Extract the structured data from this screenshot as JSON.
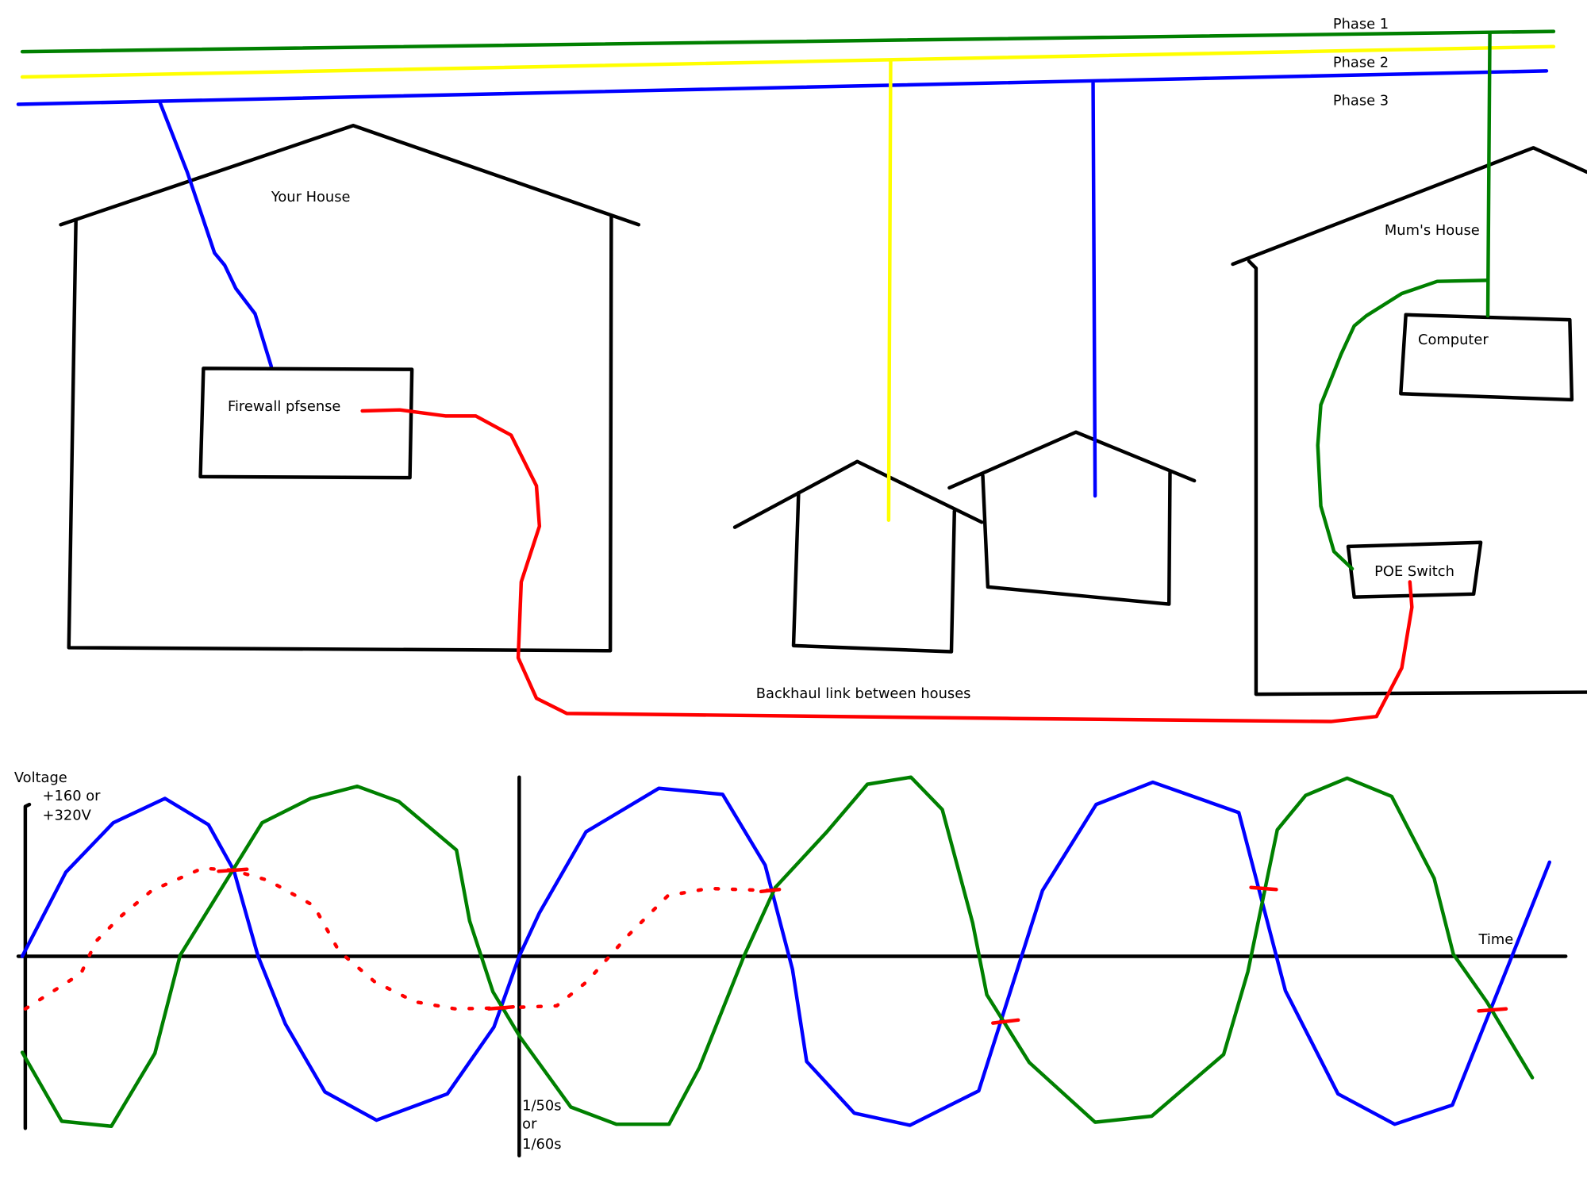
{
  "colors": {
    "phase1": "#008000",
    "phase2": "#ffff00",
    "phase3": "#0000ff",
    "backhaul": "#ff0000",
    "outline": "#000000"
  },
  "labels": {
    "phase1": "Phase 1",
    "phase2": "Phase 2",
    "phase3": "Phase 3",
    "your_house": "Your House",
    "mums_house": "Mum's House",
    "computer": "Computer",
    "firewall": "Firewall pfsense",
    "poe_switch": "POE Switch",
    "backhaul": "Backhaul link between houses"
  },
  "waveform": {
    "y_label": "Voltage",
    "y_peak_line1": "+160 or",
    "y_peak_line2": "+320V",
    "x_label": "Time",
    "period_line1": "1/50s",
    "period_line2": "or",
    "period_line3": "1/60s"
  }
}
